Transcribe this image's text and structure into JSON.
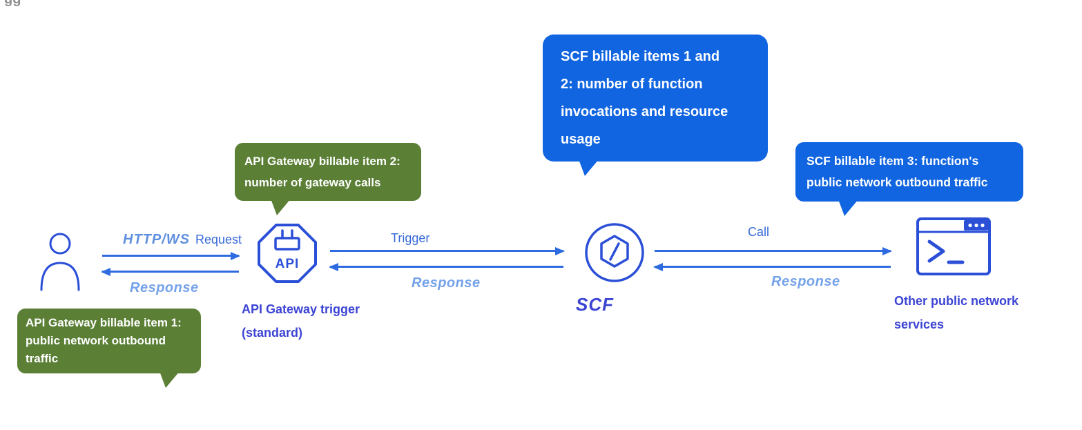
{
  "artifact": {
    "text": "gg"
  },
  "colors": {
    "icon-blue": "#2b4fd7",
    "arrow-blue": "#2e6ae0",
    "edge-label": "#3568d8",
    "response-label": "#74a2ea",
    "stylized-label": "#5f8fe0",
    "node-label": "#3c44d4",
    "green-bubble": "#5a7f35",
    "blue-bubble": "#1165e0",
    "bubble-text": "#ffffff"
  },
  "bubbles": {
    "scf_items12": {
      "lines": [
        "SCF billable items 1 and",
        "2: number of function",
        "invocations and resource",
        "usage"
      ]
    },
    "api_item2": {
      "lines": [
        "API Gateway billable item 2:",
        "number of gateway calls"
      ]
    },
    "scf_item3": {
      "lines": [
        "SCF billable item 3: function's",
        "public network outbound traffic"
      ]
    },
    "api_item1": {
      "lines": [
        "API Gateway billable item 1:",
        "public network outbound",
        "traffic"
      ]
    }
  },
  "edges": {
    "request": {
      "protocol": "HTTP/WS",
      "label": "Request",
      "response": "Response"
    },
    "trigger": {
      "label": "Trigger",
      "response": "Response"
    },
    "call": {
      "label": "Call",
      "response": "Response"
    }
  },
  "nodes": {
    "api_gateway": {
      "icon_text": "API",
      "label": [
        "API Gateway trigger",
        "(standard)"
      ]
    },
    "scf": {
      "label": "SCF"
    },
    "other_services": {
      "label": [
        "Other public network",
        "services"
      ]
    }
  }
}
